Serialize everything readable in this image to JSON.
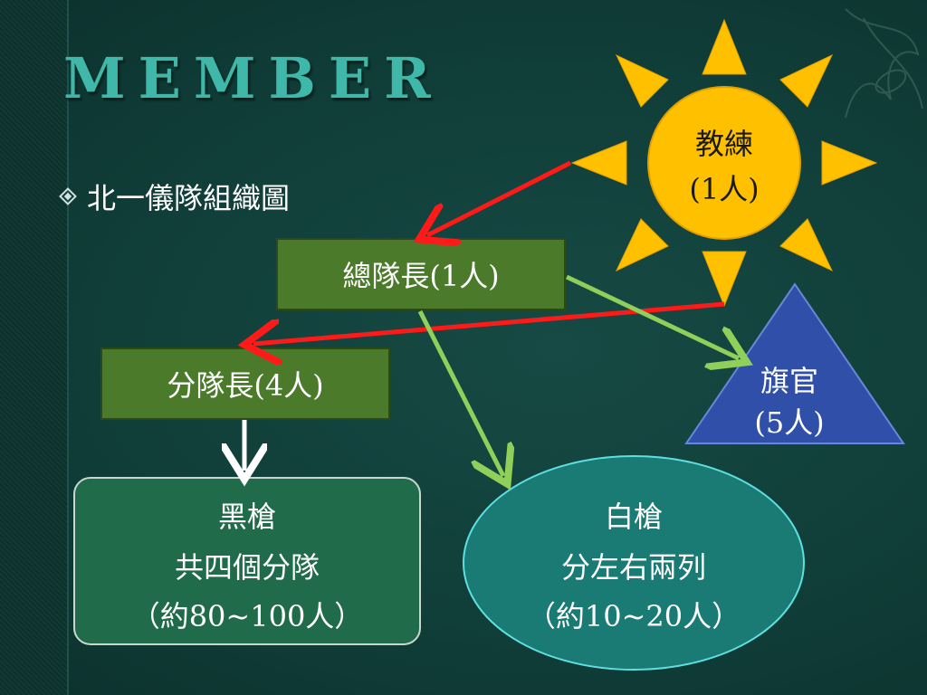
{
  "slide": {
    "title": "MEMBER",
    "bullet": "北一儀隊組織圖"
  },
  "diagram": {
    "coach": {
      "line1": "教練",
      "line2": "(1人)"
    },
    "captain": {
      "label": "總隊長(1人)"
    },
    "squad_leader": {
      "label": "分隊長(4人)"
    },
    "flag_officer": {
      "line1": "旗官",
      "line2": "(5人)"
    },
    "black_rifle": {
      "line1": "黑槍",
      "line2": "共四個分隊",
      "line3": "（約80~100人）"
    },
    "white_rifle": {
      "line1": "白槍",
      "line2": "分左右兩列",
      "line3": "（約10~20人）"
    }
  },
  "colors": {
    "title": "#3fb8aa",
    "box_fill": "#4a7a2a",
    "red_arrow": "#ff1a1a",
    "green_arrow": "#8fcf5a",
    "sun": "#ffc000",
    "triangle": "#2f4fa8",
    "ellipse": "#1a7a74",
    "rounded_box": "#1f6b4a"
  }
}
